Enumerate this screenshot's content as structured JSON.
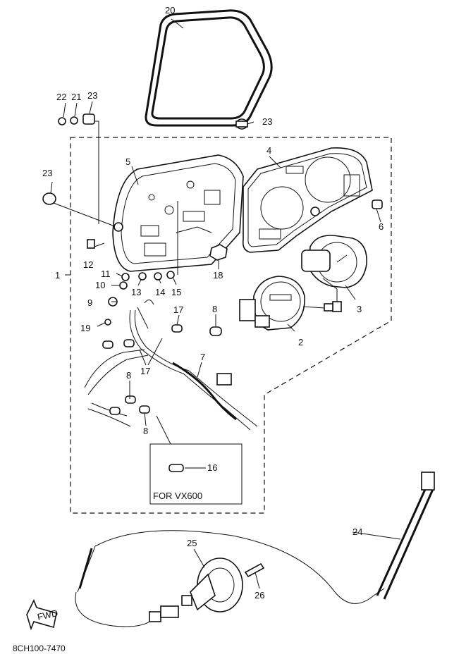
{
  "parts": [
    {
      "id": "p1",
      "label": "1"
    },
    {
      "id": "p2",
      "label": "2"
    },
    {
      "id": "p3",
      "label": "3"
    },
    {
      "id": "p4",
      "label": "4"
    },
    {
      "id": "p5",
      "label": "5"
    },
    {
      "id": "p6",
      "label": "6"
    },
    {
      "id": "p7",
      "label": "7"
    },
    {
      "id": "p8a",
      "label": "8"
    },
    {
      "id": "p8b",
      "label": "8"
    },
    {
      "id": "p8c",
      "label": "8"
    },
    {
      "id": "p9",
      "label": "9"
    },
    {
      "id": "p10",
      "label": "10"
    },
    {
      "id": "p11",
      "label": "11"
    },
    {
      "id": "p12",
      "label": "12"
    },
    {
      "id": "p13",
      "label": "13"
    },
    {
      "id": "p14",
      "label": "14"
    },
    {
      "id": "p15",
      "label": "15"
    },
    {
      "id": "p16",
      "label": "16"
    },
    {
      "id": "p17a",
      "label": "17"
    },
    {
      "id": "p17b",
      "label": "17"
    },
    {
      "id": "p18",
      "label": "18"
    },
    {
      "id": "p19",
      "label": "19"
    },
    {
      "id": "p20",
      "label": "20"
    },
    {
      "id": "p21",
      "label": "21"
    },
    {
      "id": "p22",
      "label": "22"
    },
    {
      "id": "p23a",
      "label": "23"
    },
    {
      "id": "p23b",
      "label": "23"
    },
    {
      "id": "p23c",
      "label": "23"
    },
    {
      "id": "p24",
      "label": "24"
    },
    {
      "id": "p25",
      "label": "25"
    },
    {
      "id": "p26",
      "label": "26"
    }
  ],
  "inset_box": {
    "text": "FOR VX600"
  },
  "fwd_arrow": {
    "text": "FWD"
  },
  "drawing_code": "8CH100-7470"
}
